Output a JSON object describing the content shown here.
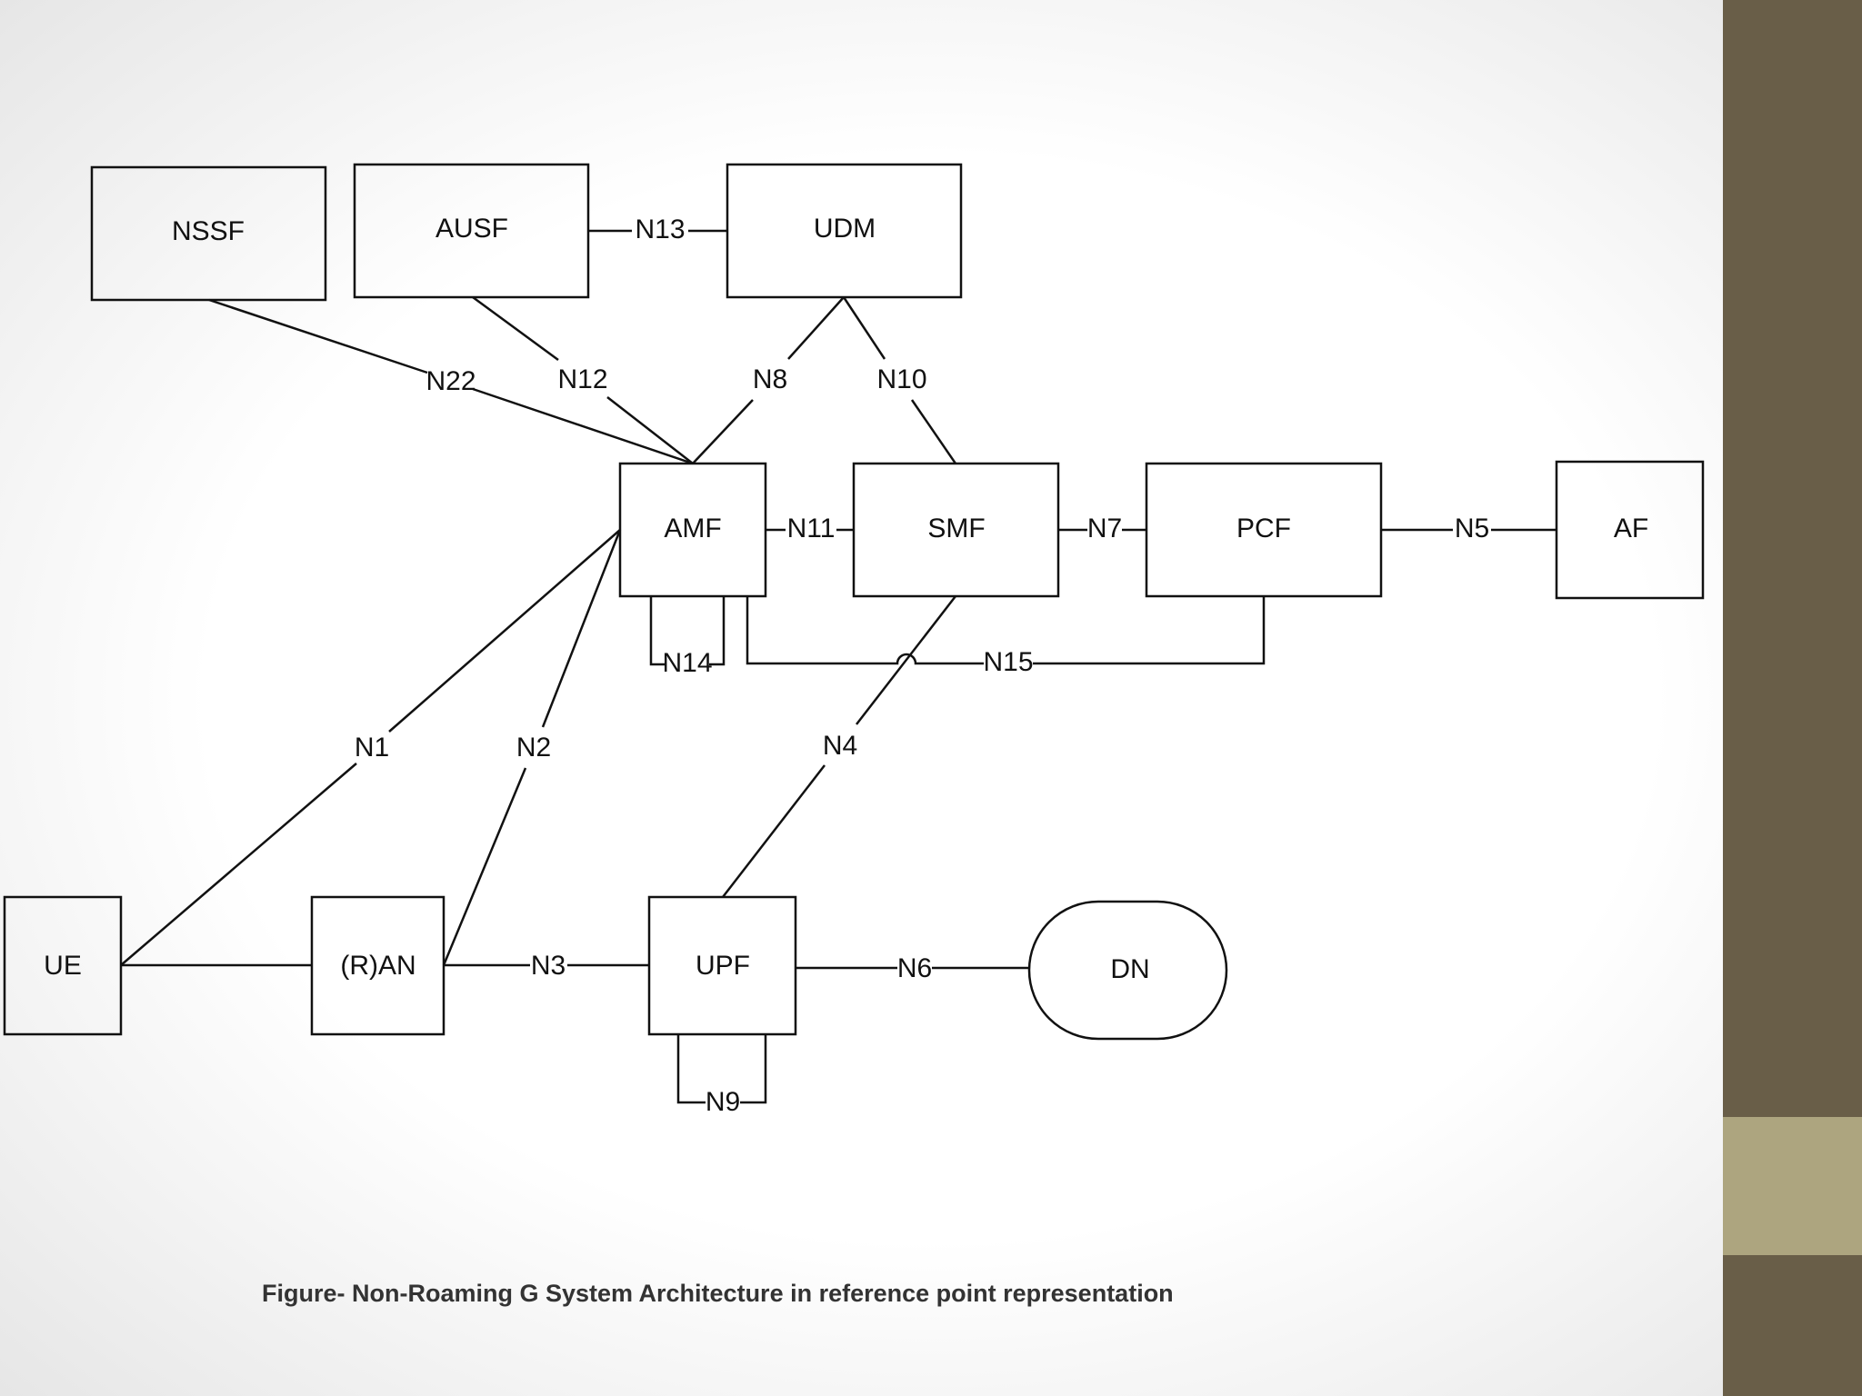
{
  "diagram": {
    "nodes": {
      "nssf": "NSSF",
      "ausf": "AUSF",
      "udm": "UDM",
      "amf": "AMF",
      "smf": "SMF",
      "pcf": "PCF",
      "af": "AF",
      "ue": "UE",
      "ran": "(R)AN",
      "upf": "UPF",
      "dn": "DN"
    },
    "interfaces": {
      "n13": "N13",
      "n22": "N22",
      "n12": "N12",
      "n8": "N8",
      "n10": "N10",
      "n11": "N11",
      "n7": "N7",
      "n5": "N5",
      "n14": "N14",
      "n15": "N15",
      "n1": "N1",
      "n2": "N2",
      "n4": "N4",
      "n3": "N3",
      "n6": "N6",
      "n9": "N9"
    }
  },
  "caption": "Figure- Non-Roaming G System Architecture in reference point representation",
  "theme": {
    "sidebar_color": "#695e48",
    "sidebar_accent_color": "#ada57f",
    "line_color": "#111111"
  }
}
